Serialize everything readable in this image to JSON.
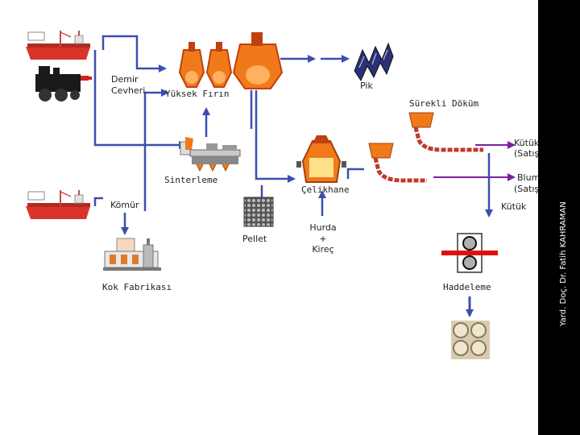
{
  "labels": {
    "demir_cevheri": [
      "Demir",
      "Cevheri"
    ],
    "yuksek_firin": "Yüksek Fırın",
    "pik": "Pik",
    "surekli_dokum": "Sürekli Döküm",
    "kutuk_satis": [
      "Kütük",
      "(Satış)"
    ],
    "blum_satis": [
      "Blum",
      "(Satış)"
    ],
    "sinterleme": "Sinterleme",
    "celikhane": "Çelikhane",
    "komur": "Kömür",
    "kutuk": "Kütük",
    "pellet": "Pellet",
    "hurda_kirec": [
      "Hurda",
      "+",
      "Kireç"
    ],
    "kok_fabrikasi": "Kok Fabrikası",
    "haddeleme": "Haddeleme"
  },
  "author": "Yard. Doç. Dr. Fatih KAHRAMAN",
  "colors": {
    "flow_arrow": "#3b4fb0",
    "purple_arrow": "#7a1fa0",
    "furnace": "#f07a1a",
    "ship": "#d9342a",
    "sidebar": "#000000"
  },
  "icons": [
    "ship-icon",
    "locomotive-icon",
    "blast-furnace-icon",
    "pig-iron-icon",
    "continuous-caster-icon",
    "sinter-plant-icon",
    "converter-icon",
    "pellet-icon",
    "coke-plant-icon",
    "rolling-mill-icon",
    "pipes-icon"
  ]
}
